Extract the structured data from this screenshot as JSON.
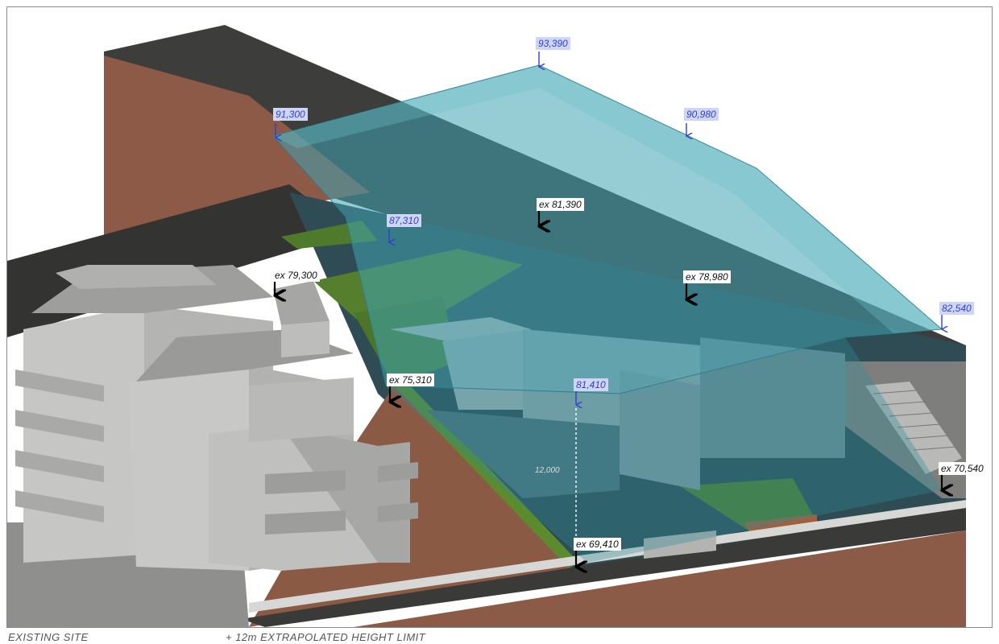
{
  "labels": {
    "limit_93390": "93,390",
    "limit_91300": "91,300",
    "limit_90980": "90,980",
    "limit_87310": "87,310",
    "limit_82540": "82,540",
    "limit_81410": "81,410",
    "ex_81390": "ex 81,390",
    "ex_79300": "ex 79,300",
    "ex_78980": "ex 78,980",
    "ex_75310": "ex 75,310",
    "ex_70540": "ex 70,540",
    "ex_69410": "ex 69,410",
    "dimension_12000": "12,000"
  },
  "captions": {
    "existing_site": "EXISTING SITE",
    "height_limit": "+ 12m EXTRAPOLATED HEIGHT LIMIT"
  },
  "colors": {
    "limit_label": "#2f3fd0",
    "existing_label": "#111111",
    "envelope": "#3fa3b0",
    "terrain_brown": "#8a5a45",
    "grass": "#4e7a2a",
    "building": "#c9c9c9"
  }
}
